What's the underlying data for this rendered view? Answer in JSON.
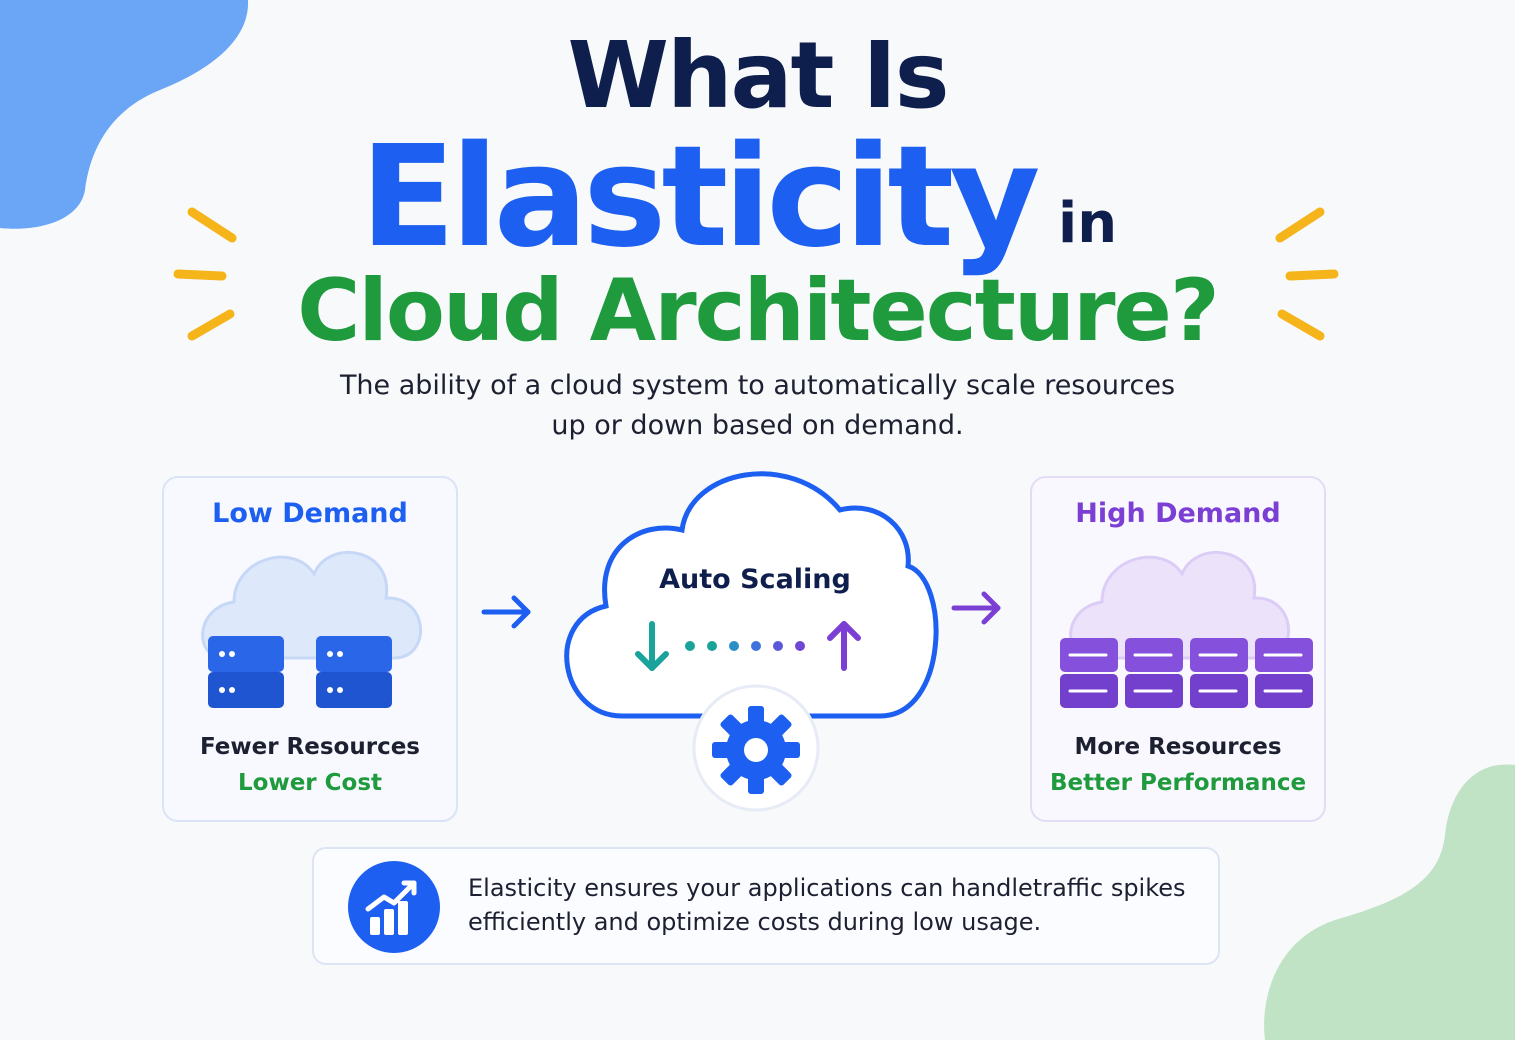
{
  "title": {
    "line1": "What Is",
    "line2": "Elasticity",
    "line2_suffix": "in",
    "line3": "Cloud Architecture?"
  },
  "subtitle": {
    "line1": "The ability of a cloud system to automatically scale resources",
    "line2": "up or down based on demand."
  },
  "low_demand": {
    "title": "Low Demand",
    "line1": "Fewer Resources",
    "line2": "Lower Cost"
  },
  "center": {
    "label": "Auto Scaling"
  },
  "high_demand": {
    "title": "High Demand",
    "line1": "More Resources",
    "line2": "Better Performance"
  },
  "banner": {
    "line1": "Elasticity ensures your applications can handletraffic spikes",
    "line2": "efficiently and optimize costs during low usage."
  },
  "colors": {
    "navy": "#0f1f4d",
    "blue": "#1d5ff0",
    "green": "#1f9a3d",
    "purple": "#7b3fd4",
    "orange": "#f5b41a",
    "teal": "#1aa39a"
  },
  "icons": [
    "cloud-icon",
    "server-icon",
    "arrow-right-icon",
    "arrow-down-icon",
    "arrow-up-icon",
    "gear-icon",
    "growth-chart-icon",
    "sparkle-lines"
  ]
}
